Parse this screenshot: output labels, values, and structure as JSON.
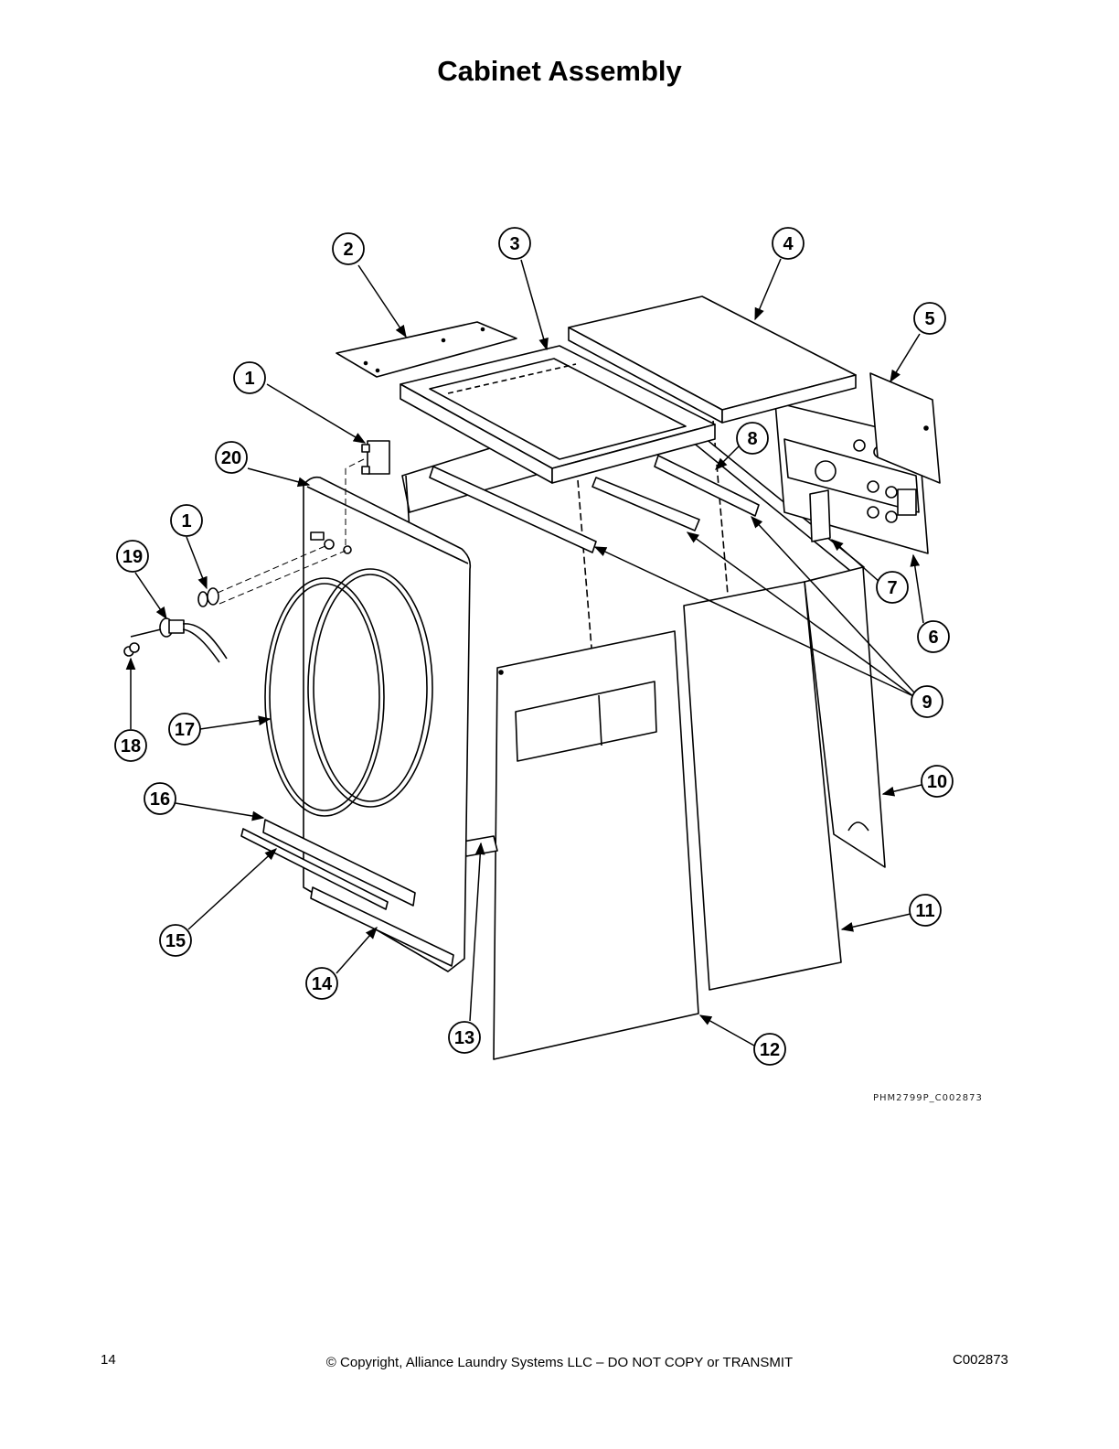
{
  "page": {
    "title": "Cabinet Assembly",
    "figure_code": "PHM2799P_C002873",
    "footer": {
      "page_number": "14",
      "copyright": "© Copyright, Alliance Laundry Systems LLC – DO NOT COPY or TRANSMIT",
      "doc_code": "C002873"
    }
  },
  "callouts": [
    {
      "id": "c1a",
      "label": "1"
    },
    {
      "id": "c1b",
      "label": "1"
    },
    {
      "id": "c2",
      "label": "2"
    },
    {
      "id": "c3",
      "label": "3"
    },
    {
      "id": "c4",
      "label": "4"
    },
    {
      "id": "c5",
      "label": "5"
    },
    {
      "id": "c6",
      "label": "6"
    },
    {
      "id": "c7",
      "label": "7"
    },
    {
      "id": "c8",
      "label": "8"
    },
    {
      "id": "c9",
      "label": "9"
    },
    {
      "id": "c10",
      "label": "10"
    },
    {
      "id": "c11",
      "label": "11"
    },
    {
      "id": "c12",
      "label": "12"
    },
    {
      "id": "c13",
      "label": "13"
    },
    {
      "id": "c14",
      "label": "14"
    },
    {
      "id": "c15",
      "label": "15"
    },
    {
      "id": "c16",
      "label": "16"
    },
    {
      "id": "c17",
      "label": "17"
    },
    {
      "id": "c18",
      "label": "18"
    },
    {
      "id": "c19",
      "label": "19"
    },
    {
      "id": "c20",
      "label": "20"
    }
  ]
}
